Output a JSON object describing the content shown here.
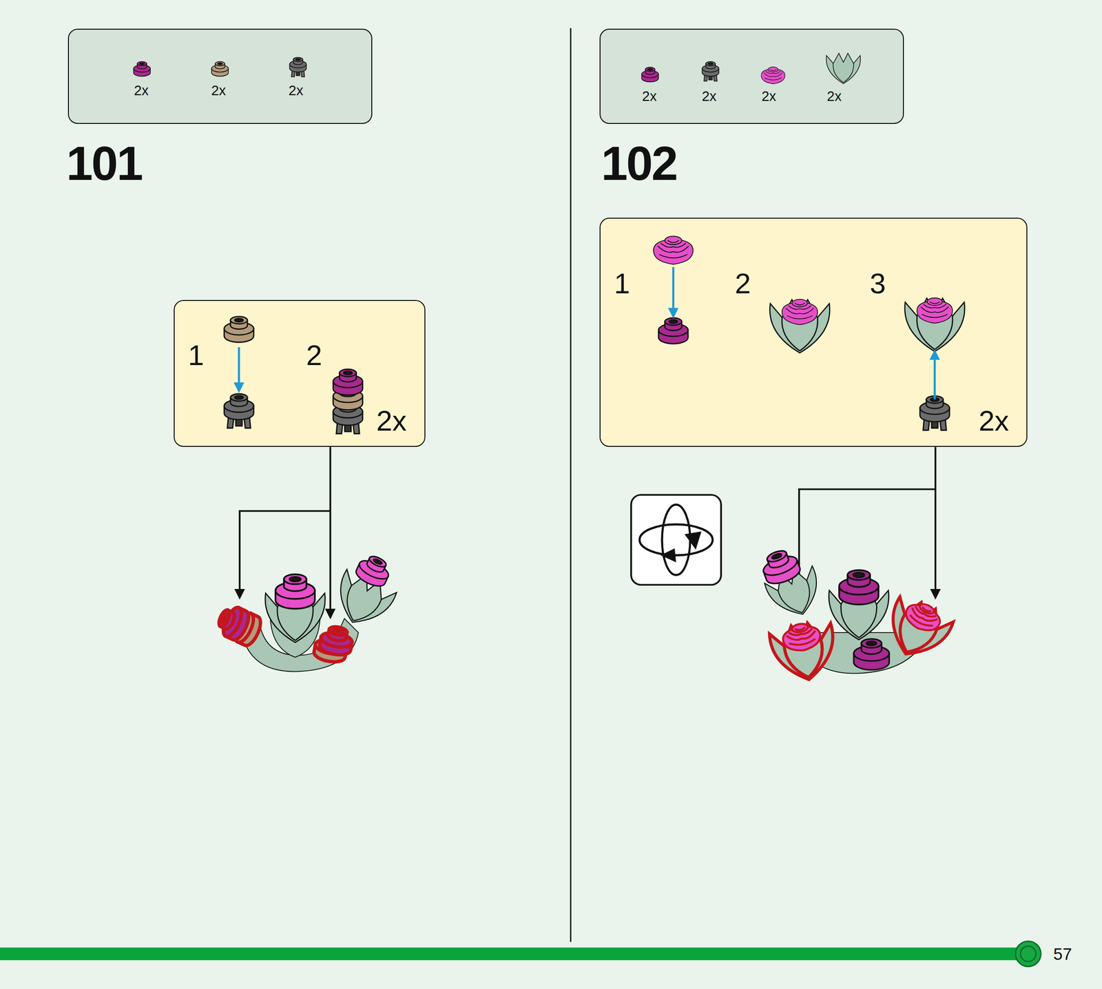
{
  "diagram": {
    "nodes": [
      {
        "text": [
          "2x",
          "2x",
          "2x"
        ]
      },
      {
        "text": [
          "1",
          "2",
          "2x"
        ]
      },
      {
        "text": [
          "2x",
          "2x",
          "2x",
          "2x"
        ]
      },
      {
        "text": [
          "1",
          "2",
          "3",
          "2x"
        ]
      }
    ],
    "labels": [
      "101",
      "102",
      "57"
    ]
  }
}
